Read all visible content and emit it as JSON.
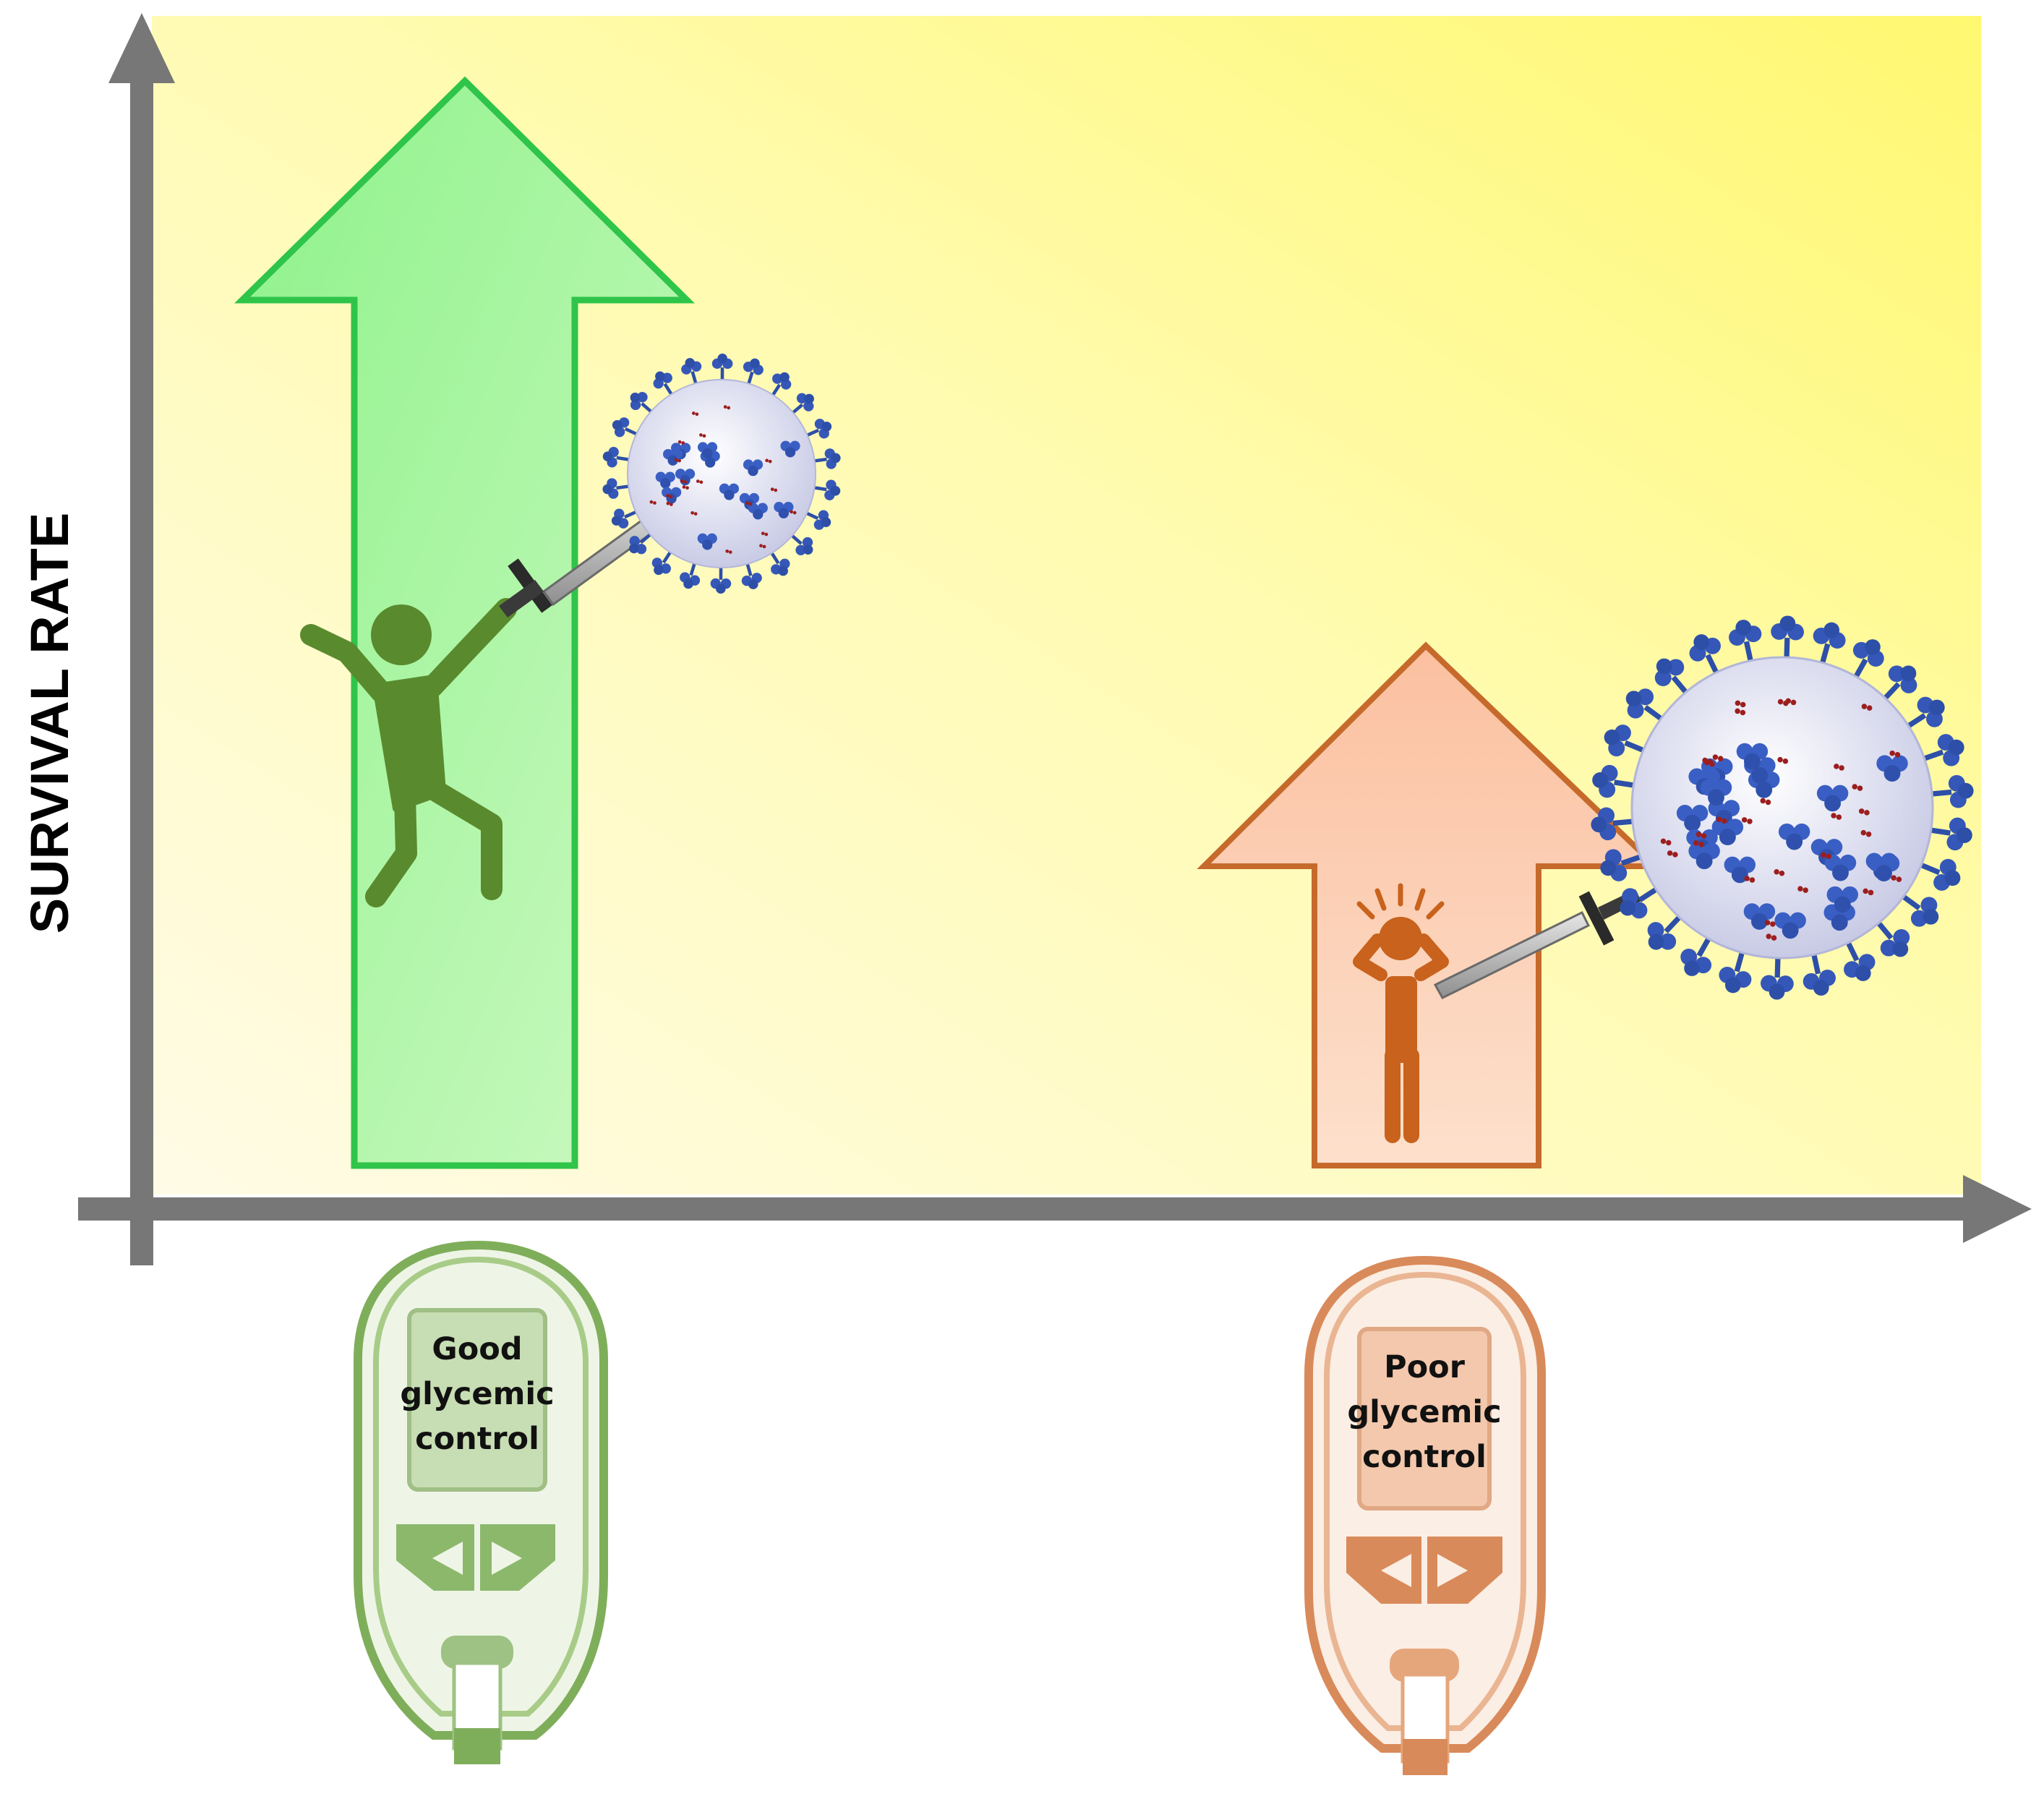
{
  "axes": {
    "y_label": "SURVIVAL RATE",
    "color": "#777777"
  },
  "background": {
    "gradient_from": "#fffbe0",
    "gradient_to": "#fff97a"
  },
  "good": {
    "meter_lines": [
      "Good",
      "glycemic",
      "control"
    ],
    "arrow_color": "#2fc44a",
    "fill_color": "#a6f2a0",
    "person_color": "#5a8a2e",
    "meter_color": "#7fae5a"
  },
  "poor": {
    "meter_lines": [
      "Poor",
      "glycemic",
      "control"
    ],
    "arrow_color": "#c66a2c",
    "fill_color": "#fbc9ad",
    "person_color": "#c8621c",
    "meter_color": "#d98a5a"
  },
  "icons": {
    "virus": "virus-icon",
    "sword": "sword-icon",
    "person": "person-icon",
    "meter": "glucose-meter-icon"
  }
}
